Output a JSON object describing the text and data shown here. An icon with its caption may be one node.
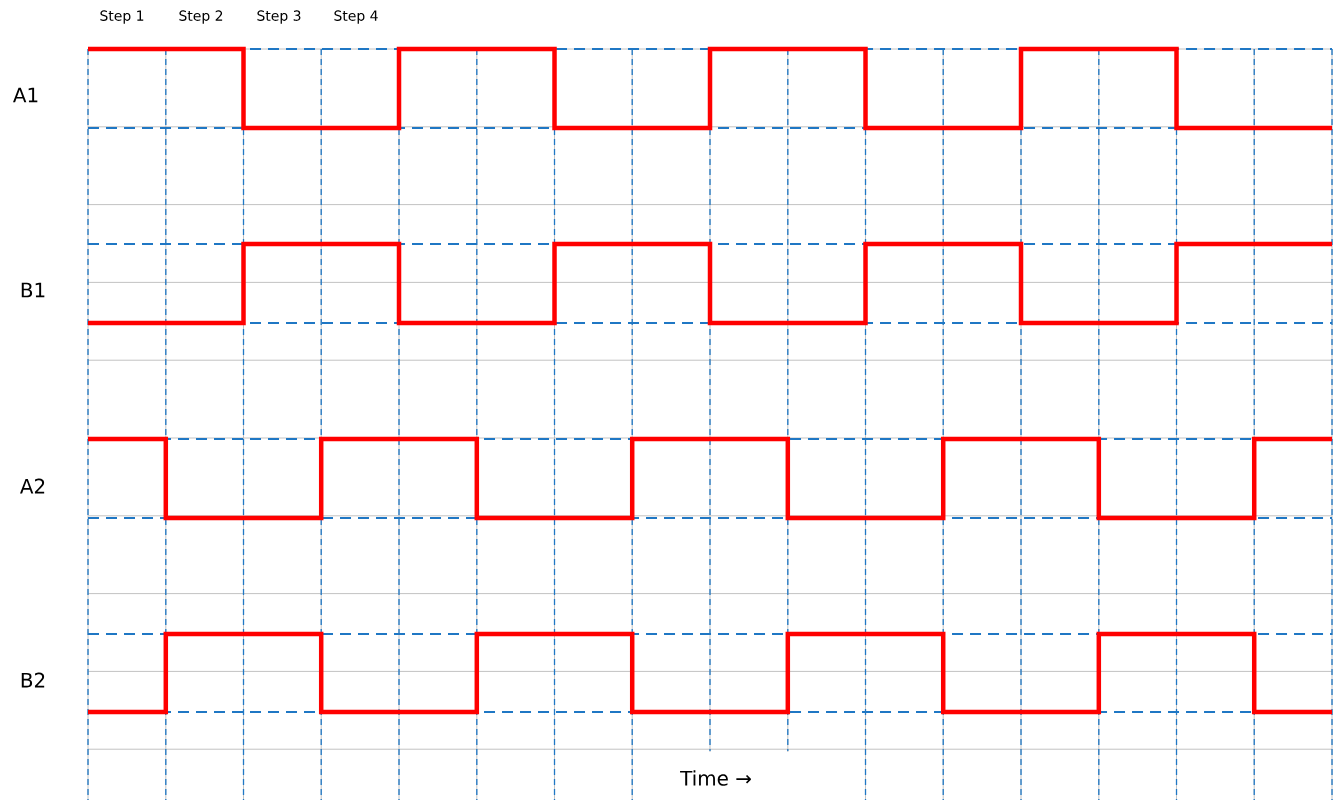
{
  "diagram": {
    "labels": [
      "Step 1",
      "Step 2",
      "Step 3",
      "Step 4",
      "A1",
      "B1",
      "A2",
      "B2",
      "Time →"
    ]
  }
}
